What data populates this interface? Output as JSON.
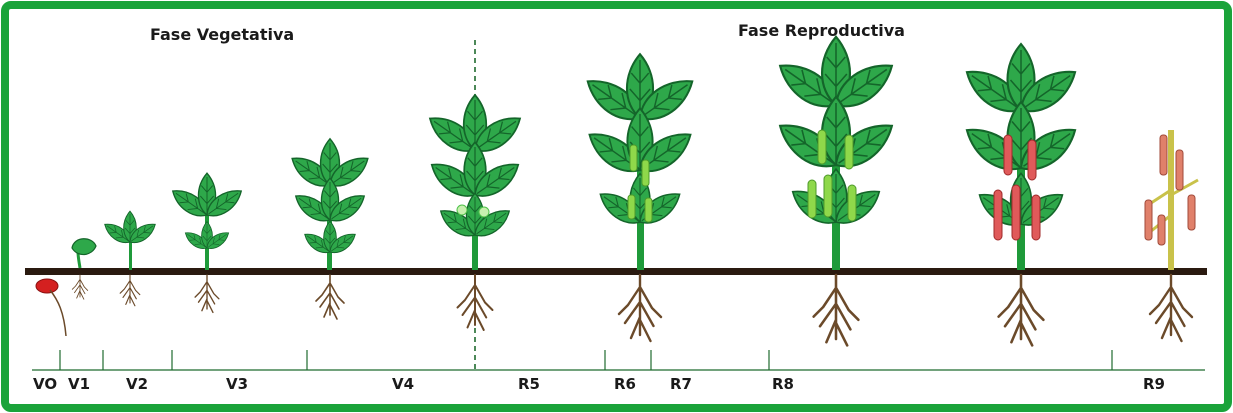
{
  "phases": {
    "vegetative": "Fase Vegetativa",
    "reproductive": "Fase Reproductiva"
  },
  "stages": [
    "VO",
    "V1",
    "V2",
    "V3",
    "V4",
    "R5",
    "R6",
    "R7",
    "R8",
    "R9"
  ],
  "colors": {
    "border": "#1aa33a",
    "leaf": "#2ea84a",
    "leaf_vein": "#14652a",
    "stem": "#1f9a3a",
    "ground": "#2a1a10",
    "root": "#6b4a2a",
    "pod_green": "#8fd84a",
    "pod_red": "#e05a5a",
    "seed": "#d42020",
    "dry_stem": "#c9c24a"
  }
}
